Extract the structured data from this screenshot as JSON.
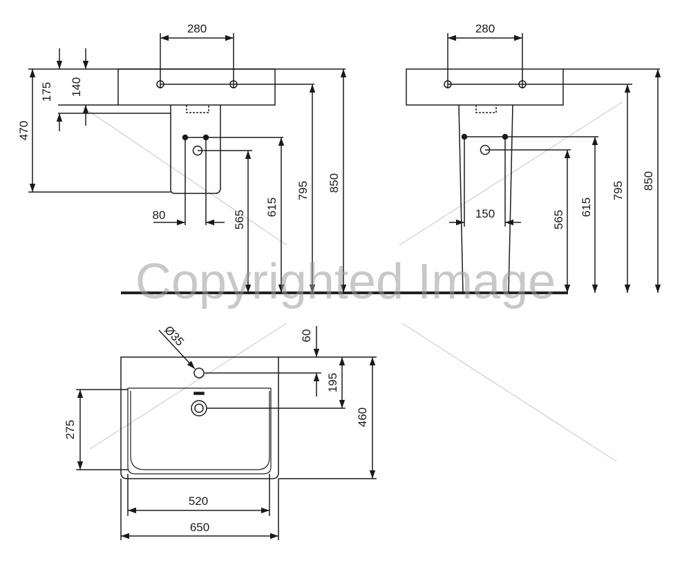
{
  "side_view": {
    "dims": {
      "tap_spacing": "280",
      "d175": "175",
      "d140": "140",
      "d470": "470",
      "d80": "80",
      "d565": "565",
      "d615": "615",
      "d795": "795",
      "d850": "850"
    }
  },
  "front_view": {
    "dims": {
      "tap_spacing": "280",
      "d150": "150",
      "d565": "565",
      "d615": "615",
      "d795": "795",
      "d850": "850"
    }
  },
  "plan_view": {
    "dims": {
      "hole_diameter": "Ø35",
      "d60": "60",
      "d195": "195",
      "d275": "275",
      "d460": "460",
      "inner_width": "520",
      "outer_width": "650"
    }
  },
  "watermark": "Copyrighted Image",
  "colors": {
    "line": "#1a1a1a",
    "floor": "#222222",
    "watermark": "#9b9b9b"
  }
}
